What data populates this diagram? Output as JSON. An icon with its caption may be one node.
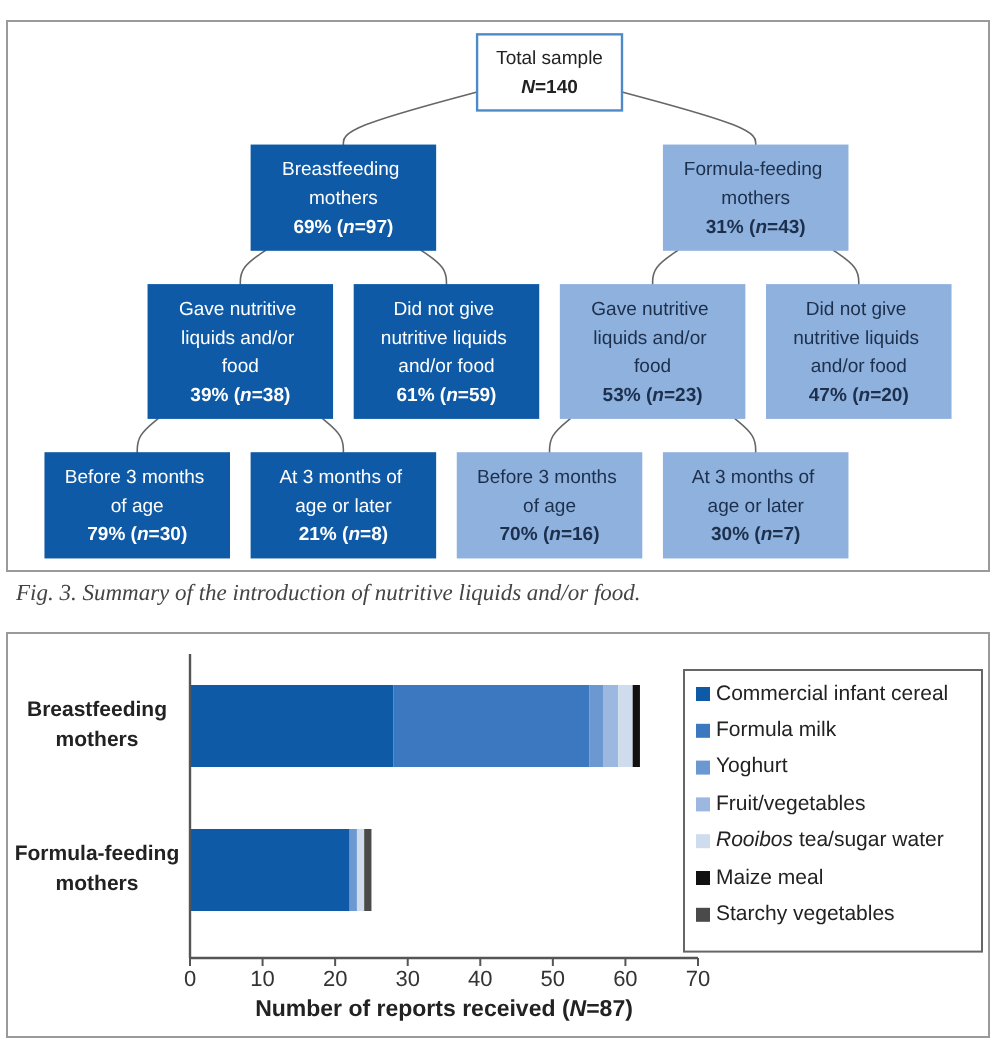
{
  "diagram": {
    "caption": "Fig. 3. Summary of the introduction of nutritive liquids and/or food.",
    "nodes": [
      {
        "text": [
          "Total sample",
          "*N*=140"
        ]
      },
      {
        "text": [
          "Breastfeeding mothers",
          "69% (*n*=97)"
        ]
      },
      {
        "text": [
          "Formula-feeding mothers",
          "31% (*n*=43)"
        ]
      },
      {
        "text": [
          "Gave nutritive liquids and/or food",
          "39% (*n*=38)"
        ]
      },
      {
        "text": [
          "Did not give nutritive liquids and/or food",
          "61% (*n*=59)"
        ]
      },
      {
        "text": [
          "Gave nutritive liquids and/or food",
          "53% (*n*=23)"
        ]
      },
      {
        "text": [
          "Did not give nutritive liquids and/or food",
          "47% (*n*=20)"
        ]
      },
      {
        "text": [
          "Before 3 months of age",
          "79% (*n*=30)"
        ]
      },
      {
        "text": [
          "At 3 months of age or later",
          "21% (*n*=8)"
        ]
      },
      {
        "text": [
          "Before 3 months of age",
          "70% (*n*=16)"
        ]
      },
      {
        "text": [
          "At 3 months of age or later",
          "30% (*n*=7)"
        ]
      }
    ],
    "edges": [
      {
        "from": 0,
        "to": 1,
        "arrow": "none"
      },
      {
        "from": 0,
        "to": 2,
        "arrow": "none"
      },
      {
        "from": 1,
        "to": 3,
        "arrow": "none"
      },
      {
        "from": 1,
        "to": 4,
        "arrow": "none"
      },
      {
        "from": 2,
        "to": 5,
        "arrow": "none"
      },
      {
        "from": 2,
        "to": 6,
        "arrow": "none"
      },
      {
        "from": 3,
        "to": 7,
        "arrow": "none"
      },
      {
        "from": 3,
        "to": 8,
        "arrow": "none"
      },
      {
        "from": 5,
        "to": 9,
        "arrow": "none"
      },
      {
        "from": 5,
        "to": 10,
        "arrow": "none"
      }
    ],
    "chart_data": {
      "type": "bar",
      "orientation": "horizontal",
      "stacked": true,
      "legend": "right",
      "xlabel": "Number of reports received (*N*=87)",
      "categories": [
        "Breastfeeding mothers",
        "Formula-feeding mothers"
      ],
      "series": [
        {
          "name": "Commercial infant cereal",
          "color": "#0f5aa6",
          "values": [
            28,
            22
          ]
        },
        {
          "name": "Formula milk",
          "color": "#3b78bf",
          "values": [
            27,
            0
          ]
        },
        {
          "name": "Yoghurt",
          "color": "#6b98d1",
          "values": [
            2,
            1
          ]
        },
        {
          "name": "Fruit/vegetables",
          "color": "#9cb8e0",
          "values": [
            2,
            0
          ]
        },
        {
          "name": "*Rooibos* tea/sugar water",
          "color": "#cfdcee",
          "values": [
            2,
            1
          ]
        },
        {
          "name": "Maize meal",
          "color": "#111111",
          "values": [
            1,
            0
          ]
        },
        {
          "name": "Starchy vegetables",
          "color": "#4a4a4a",
          "values": [
            0,
            1
          ]
        }
      ],
      "xlim": [
        0,
        70
      ],
      "xticks": [
        0,
        10,
        20,
        30,
        40,
        50,
        60,
        70
      ]
    }
  }
}
